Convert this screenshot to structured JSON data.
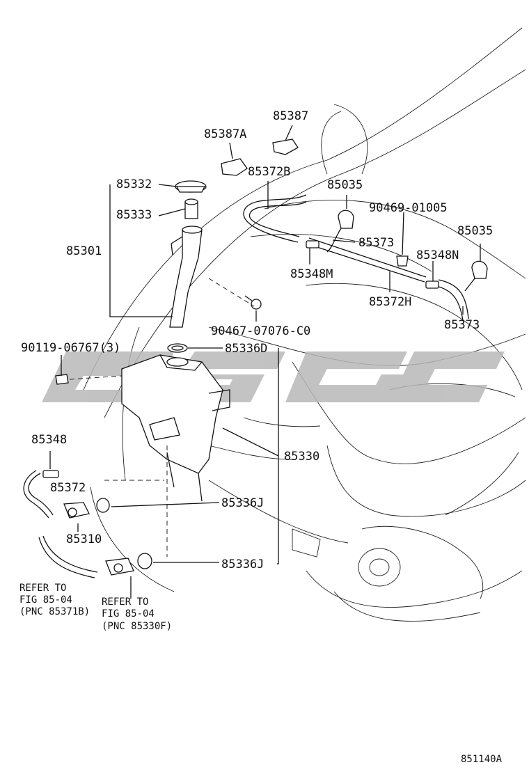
{
  "figure_code": "851140A",
  "watermark": {
    "text": "GSGC",
    "color": "#b8b8b8"
  },
  "labels": {
    "p85387": "85387",
    "p85387A": "85387A",
    "p85372B": "85372B",
    "p85035_a": "85035",
    "p90469": "90469-01005",
    "p85332": "85332",
    "p85333": "85333",
    "p85301": "85301",
    "p85035_b": "85035",
    "p85373_a": "85373",
    "p85348N": "85348N",
    "p85348M": "85348M",
    "p85372H": "85372H",
    "p90467": "90467-07076-C0",
    "p85373_b": "85373",
    "p90119": "90119-06767(3)",
    "p85336D": "85336D",
    "p85348": "85348",
    "p85330": "85330",
    "p85372": "85372",
    "p85336J_a": "85336J",
    "p85310": "85310",
    "p85336J_b": "85336J"
  },
  "references": {
    "ref1": {
      "line1": "REFER TO",
      "line2": "FIG 85-04",
      "line3": "(PNC 85371B)"
    },
    "ref2": {
      "line1": "REFER TO",
      "line2": "FIG 85-04",
      "line3": "(PNC 85330F)"
    }
  }
}
